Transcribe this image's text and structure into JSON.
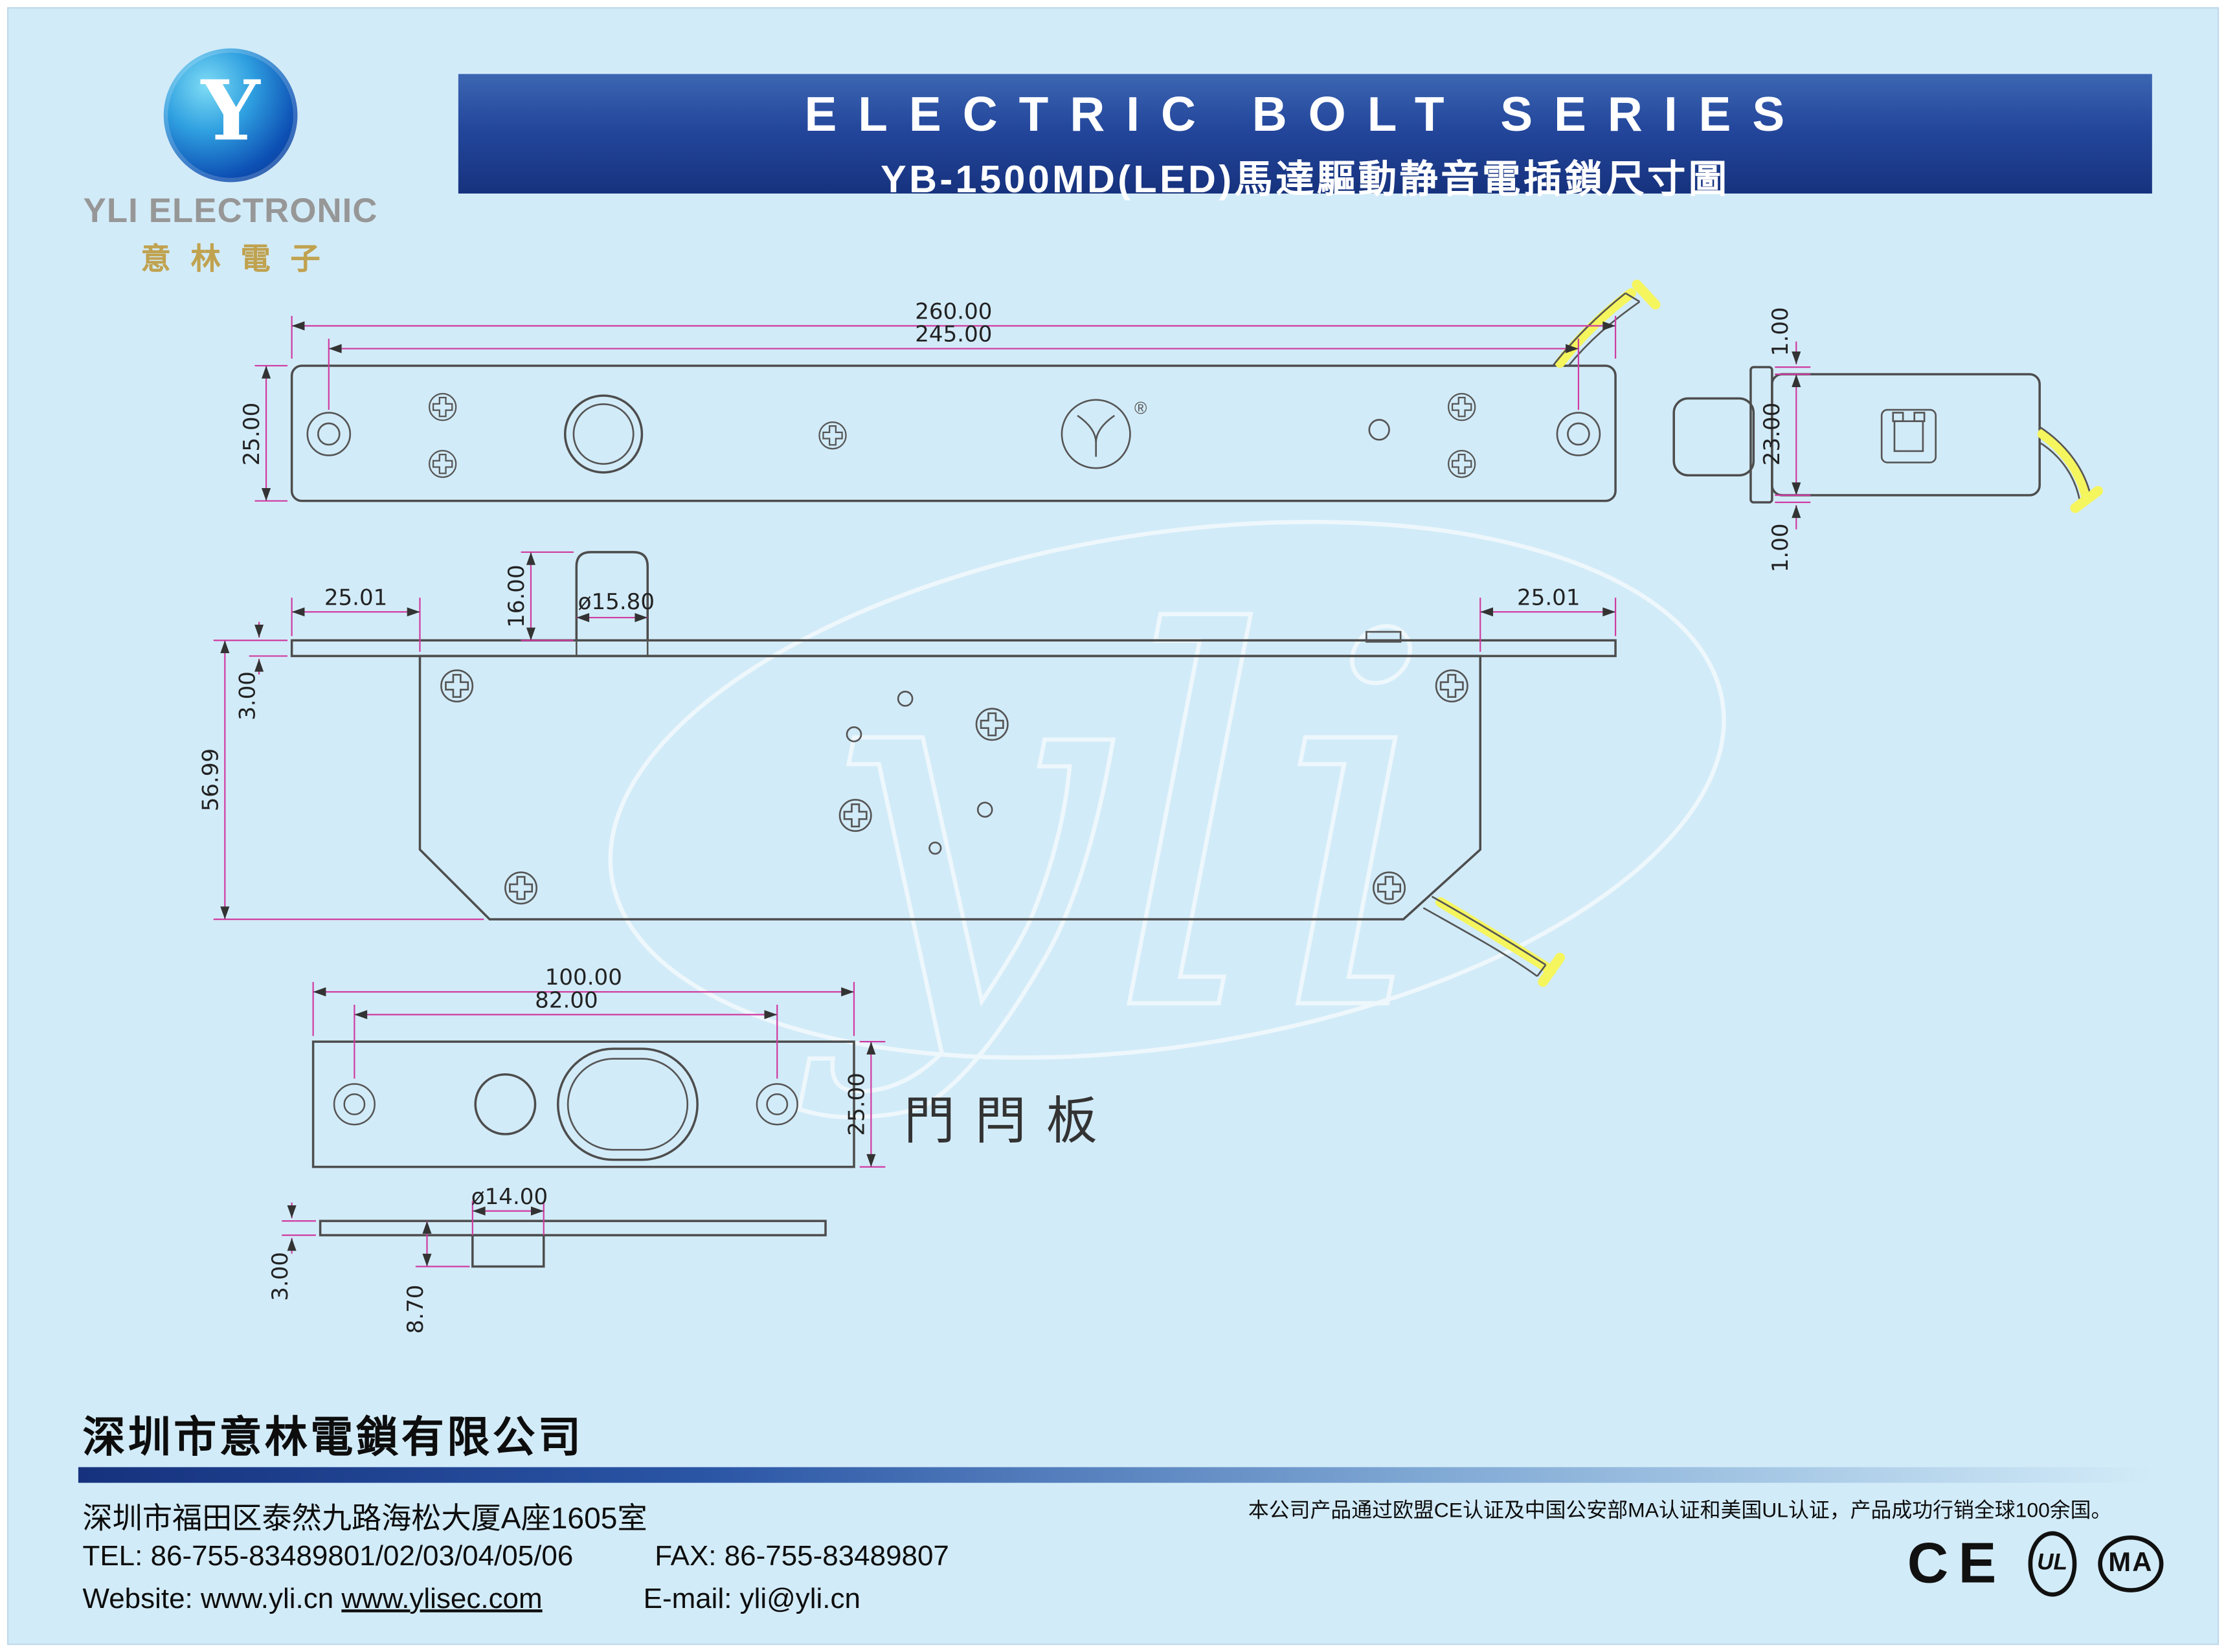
{
  "colors": {
    "background": "#d2ebf8",
    "banner_blue": "#1c3f8f",
    "dimension_pink": "#cf3ba1",
    "highlight_yellow": "#f5f55e",
    "logo_gold": "#c0a24f"
  },
  "header": {
    "logo_letter": "Y",
    "company_en": "YLI ELECTRONIC",
    "company_cn": "意林電子",
    "banner_title": "ELECTRIC BOLT SERIES",
    "banner_subtitle": "YB-1500MD(LED)馬達驅動静音電插鎖尺寸圖"
  },
  "drawing": {
    "watermark": "yli",
    "reg_mark": "®",
    "top_view": {
      "dim_overall": "260.00",
      "dim_holes": "245.00",
      "dim_height": "25.00"
    },
    "side_view": {
      "dim_height": "23.00",
      "dim_top": "1.00",
      "dim_bottom": "1.00"
    },
    "front_view": {
      "dim_left": "25.01",
      "dim_right": "25.01",
      "dim_bolt_h": "16.00",
      "dim_bolt_d": "ø15.80",
      "dim_plate_t": "3.00",
      "dim_body_h": "56.99"
    },
    "strike_view": {
      "dim_width": "100.00",
      "dim_holes": "82.00",
      "dim_height": "25.00",
      "label": "門閂板"
    },
    "strike_side": {
      "dim_hole_d": "ø14.00",
      "dim_plate_t": "3.00",
      "dim_depth": "8.70"
    }
  },
  "footer": {
    "company": "深圳市意林電鎖有限公司",
    "address": "深圳市福田区泰然九路海松大厦A座1605室",
    "tel": "TEL: 86-755-83489801/02/03/04/05/06",
    "fax": "FAX: 86-755-83489807",
    "website_label": "Website: www.yli.cn ",
    "website_link": "www.ylisec.com",
    "email": "E-mail: yli@yli.cn",
    "cert_note": "本公司产品通过欧盟CE认证及中国公安部MA认证和美国UL认证，产品成功行销全球100余国。",
    "cert_ce": "CE",
    "cert_ul": "UL",
    "cert_ma": "MA"
  }
}
